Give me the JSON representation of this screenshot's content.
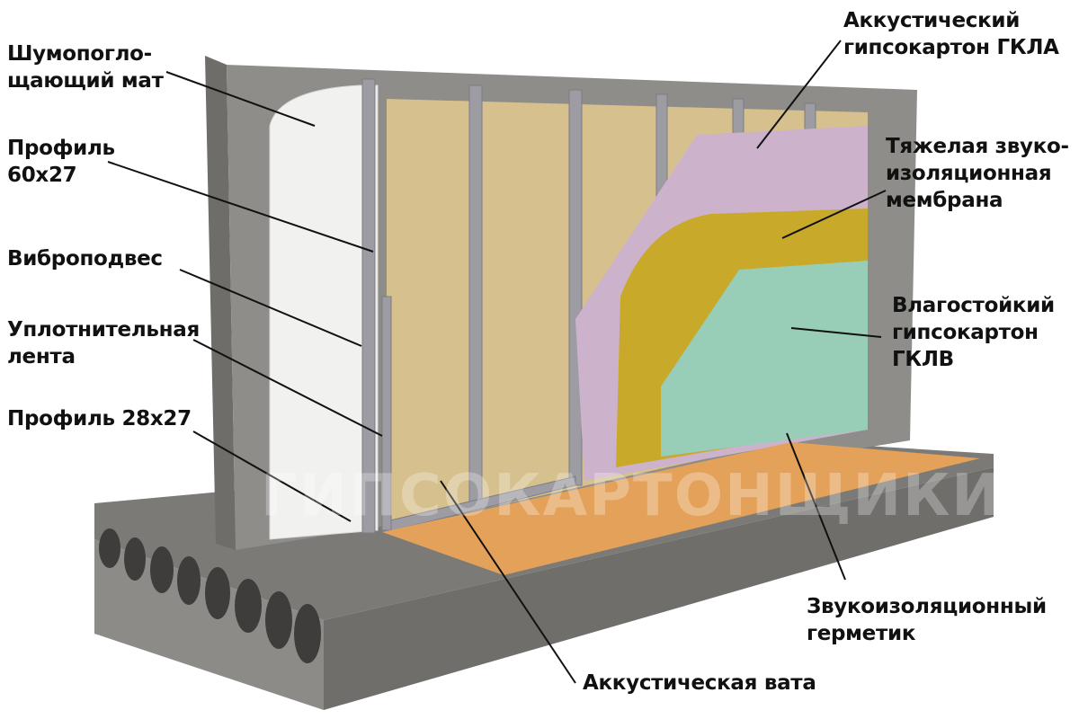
{
  "labels": {
    "mat": "Шумопогло-\nщающий мат",
    "profile60": "Профиль\n60x27",
    "vibro": "Виброподвес",
    "tape": "Уплотнительная\nлента",
    "profile28": "Профиль 28x27",
    "gkla": "Аккустический\nгипсокартон ГКЛА",
    "membrane": "Тяжелая звуко-\nизоляционная\nмембрана",
    "gklv": "Влагостойкий\nгипсокартон\nГКЛВ",
    "sealant": "Звукоизоляционный\nгерметик",
    "wool": "Аккустическая вата"
  },
  "watermark": "ГИПСОКАРТОНЩИКИ.РФ",
  "colors": {
    "concrete": "#8a8985",
    "wool": "#d8c28f",
    "purple_board": "#cdb2cc",
    "membrane": "#c9a92a",
    "green_board": "#98cdb8",
    "wood": "#e3a15a",
    "profile": "#9a9aa0"
  }
}
